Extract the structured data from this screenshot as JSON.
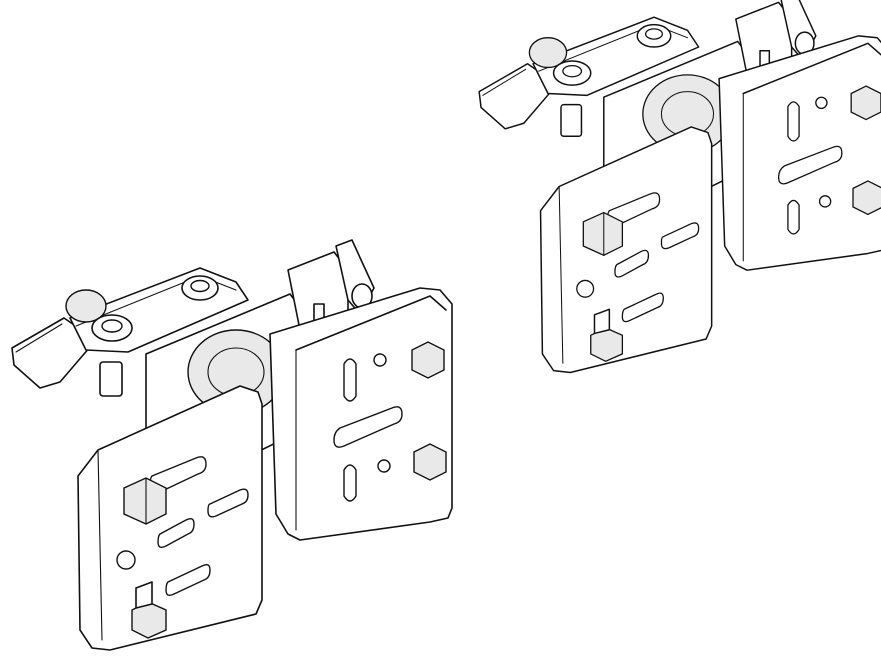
{
  "figure": {
    "kind": "line-art",
    "line_color": "#111111",
    "background": "#ffffff",
    "assemblies": [
      {
        "id": "bracket-front",
        "parts": [
          "clamp-arm",
          "hex-socket-screw",
          "hex-socket-screw",
          "knob",
          "left-plate",
          "right-plate",
          "hex-bolt",
          "hex-bolt",
          "hex-bolt",
          "hex-bolt",
          "hinge-latch"
        ]
      },
      {
        "id": "bracket-rear",
        "parts": [
          "clamp-arm",
          "hex-socket-screw",
          "hex-socket-screw",
          "knob",
          "left-plate",
          "right-plate",
          "hex-bolt",
          "hex-bolt",
          "hex-bolt",
          "hex-bolt",
          "hinge-latch"
        ]
      }
    ]
  }
}
